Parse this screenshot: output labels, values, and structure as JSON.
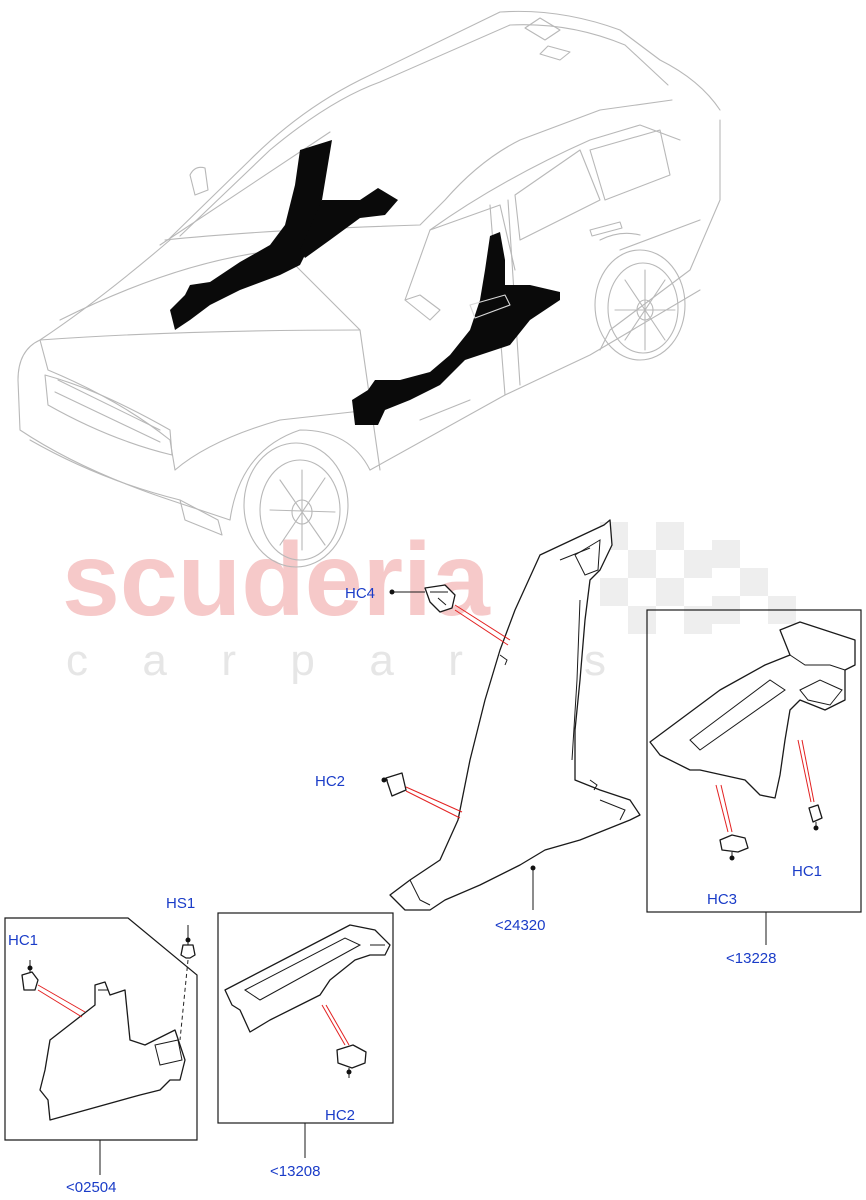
{
  "watermark": {
    "brand": "scuderia",
    "tagline": "c a r   p a r t s"
  },
  "callouts": {
    "hc4": "HC4",
    "hc2_upper": "HC2",
    "ref_24320": "<24320",
    "hc1_right": "HC1",
    "hc3": "HC3",
    "ref_13228": "<13228",
    "hs1": "HS1",
    "hc1_left": "HC1",
    "ref_02504": "<02504",
    "hc2_lower": "HC2",
    "ref_13208": "<13208"
  },
  "colors": {
    "callout_text": "#1a3cc8",
    "leader_lines": "#e32222",
    "highlighted_trim": "#0a0a0a",
    "vehicle_outline": "#b8b8b8",
    "watermark_brand": "#f6c9c9"
  }
}
